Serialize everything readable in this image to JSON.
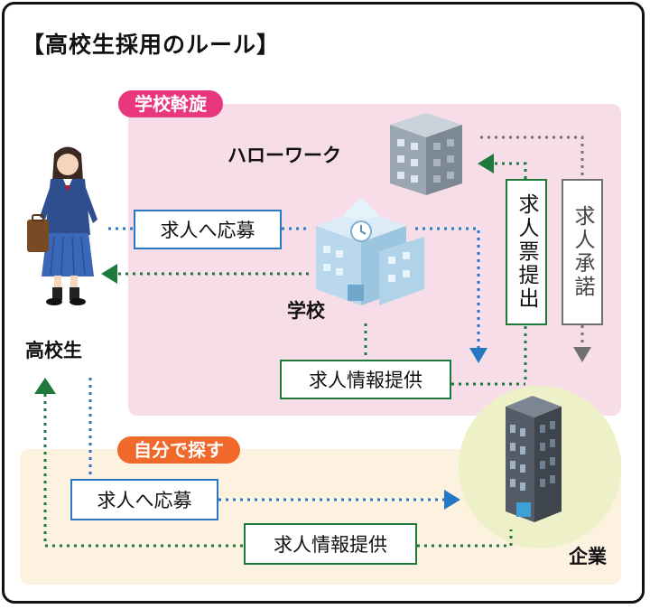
{
  "title": "【高校生採用のルール】",
  "section_school": "学校斡旋",
  "section_self": "自分で探す",
  "nodes": {
    "hellowork": "ハローワーク",
    "school": "学校",
    "student": "高校生",
    "company": "企業"
  },
  "flows": {
    "apply_via_school": "求人へ応募",
    "job_posting_submit": "求人票提出",
    "job_approval": "求人承諾",
    "info_to_school": "求人情報提供",
    "apply_direct": "求人へ応募",
    "info_to_student": "求人情報提供"
  },
  "colors": {
    "blue": "#2677c4",
    "green": "#1e7a3c",
    "gray": "#707070",
    "pink_zone": "#f7dde8",
    "cream_zone": "#fdf1df",
    "pink_pill": "#e8377d",
    "orange_pill": "#f0682a"
  }
}
